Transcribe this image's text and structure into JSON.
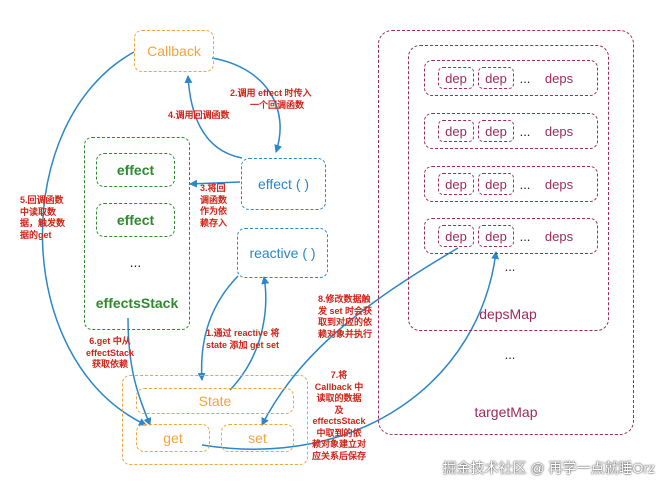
{
  "nodes": {
    "callback": "Callback",
    "effect_fn": "effect ( )",
    "reactive_fn": "reactive ( )",
    "effect_item_1": "effect",
    "effect_item_2": "effect",
    "effects_ellipsis": "...",
    "effects_stack": "effectsStack",
    "state": "State",
    "get": "get",
    "set": "set",
    "dep": "dep",
    "inline_ellipsis": "...",
    "deps": "deps",
    "deps_ellipsis": "...",
    "deps_map": "depsMap",
    "targetmap_ellipsis": "...",
    "target_map": "targetMap"
  },
  "annotations": {
    "step1": [
      "1.通过 reactive 将",
      "state 添加 get set"
    ],
    "step2": [
      "2.调用 effect 时传入",
      "一个回调函数"
    ],
    "step3": [
      "3.将回",
      "调函数",
      "作为依",
      "赖存入"
    ],
    "step4": [
      "4.调用回调函数"
    ],
    "step5": [
      "5.回调函数",
      "中读取数",
      "据，触发数",
      "据的get"
    ],
    "step6": [
      "6.get 中从",
      "effectStack",
      "获取依赖"
    ],
    "step7": [
      "7.将",
      "Callback 中",
      "读取的数据",
      "及",
      "effectsStack",
      "中取到的依",
      "赖对象建立对",
      "应关系后保存"
    ],
    "step8": [
      "8.修改数据触",
      "发 set 时会获",
      "取到对应的依",
      "赖对象并执行"
    ]
  },
  "watermark": "掘金技术社区 @ 再学一点就睡Orz",
  "colors": {
    "callback": "#f0a43a",
    "effects": "#2f8a2f",
    "functions": "#2b87c8",
    "targetmap": "#9c2a5b",
    "annotation": "#d0251b"
  }
}
